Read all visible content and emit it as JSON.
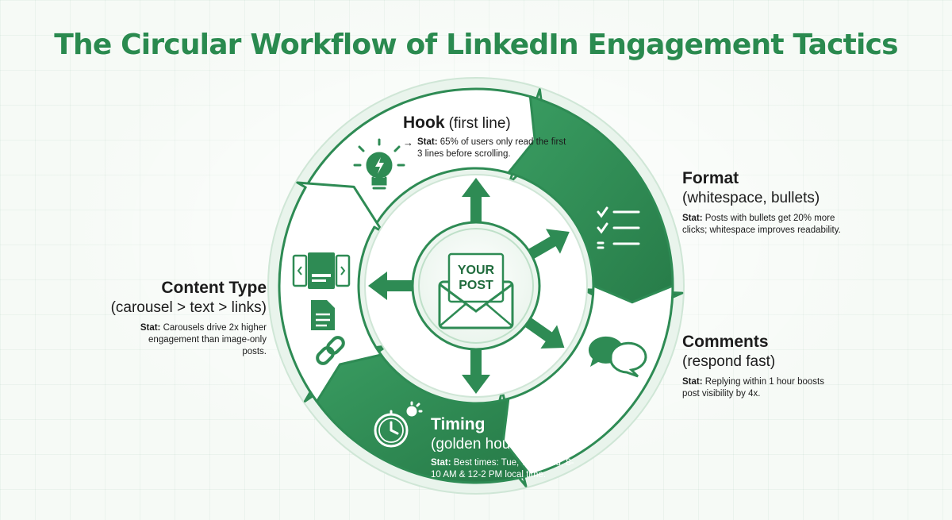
{
  "title": "The Circular Workflow of LinkedIn Engagement Tactics",
  "center": {
    "line1": "YOUR",
    "line2": "POST"
  },
  "stat_prefix": "Stat:",
  "stages": [
    {
      "id": "hook",
      "heading": "Hook",
      "subheading": "(first line)",
      "stat": "65% of users only read the first 3 lines before scrolling.",
      "icon": "lightbulb-icon",
      "color": "#ffffff"
    },
    {
      "id": "format",
      "heading": "Format",
      "subheading": "(whitespace, bullets)",
      "stat": "Posts with bullets get 20% more clicks; whitespace improves readability.",
      "icon": "checklist-icon",
      "color": "#2e8b54"
    },
    {
      "id": "comments",
      "heading": "Comments",
      "subheading": "(respond fast)",
      "stat": "Replying within 1 hour boosts post visibility by 4x.",
      "icon": "chat-bubbles-icon",
      "color": "#ffffff"
    },
    {
      "id": "timing",
      "heading": "Timing",
      "subheading": "(golden hour)",
      "stat": "Best times: Tue, Wed, Thu, 8-10 AM & 12-2 PM local time.",
      "icon": "stopwatch-icon",
      "color": "#2e8b54"
    },
    {
      "id": "content-type",
      "heading": "Content Type",
      "subheading": "(carousel > text > links)",
      "stat": "Carousels drive 2x higher engagement than image-only posts.",
      "icon": "carousel-document-link-icons",
      "color": "#ffffff"
    }
  ],
  "colors": {
    "brand_green": "#2e8b54",
    "title_green": "#2a8a4f",
    "light_green": "#e3f1e7",
    "outline": "#2e8b54"
  }
}
